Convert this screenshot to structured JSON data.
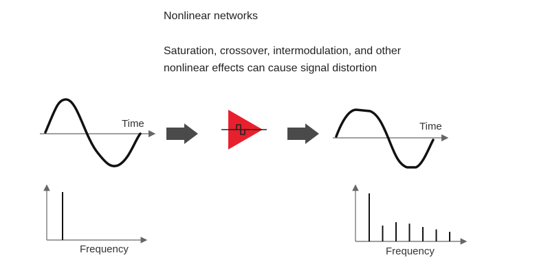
{
  "heading": "Nonlinear networks",
  "description": [
    "Saturation, crossover, intermodulation, and other",
    "nonlinear effects can cause signal distortion"
  ],
  "input_panel": {
    "time_label": "Time",
    "frequency_label": "Frequency",
    "harmonics": [
      1.0
    ]
  },
  "output_panel": {
    "time_label": "Time",
    "frequency_label": "Frequency",
    "harmonics": [
      1.0,
      0.33,
      0.4,
      0.37,
      0.3,
      0.25,
      0.2
    ]
  },
  "colors": {
    "amplifier": "#e8202e",
    "arrow": "#4a4a4a",
    "waveform": "#111111",
    "axis": "#666666"
  },
  "icons": [
    "right-arrow-icon",
    "amplifier-icon",
    "right-arrow-icon"
  ]
}
